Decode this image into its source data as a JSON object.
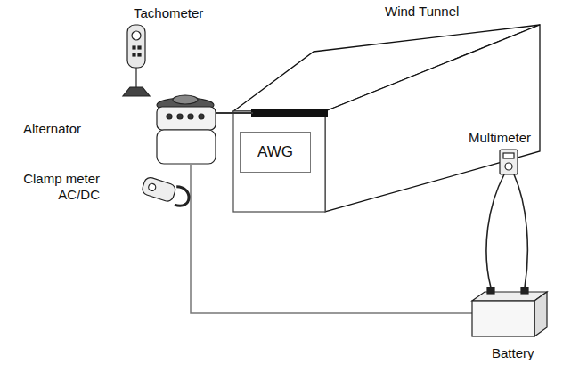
{
  "diagram": {
    "nodes": [
      {
        "text": [
          "AWG"
        ]
      }
    ],
    "edges": [],
    "labels": [
      "Tachometer",
      "Wind Tunnel",
      "Alternator",
      "Clamp meter AC/DC",
      "Multimeter",
      "Battery"
    ]
  }
}
